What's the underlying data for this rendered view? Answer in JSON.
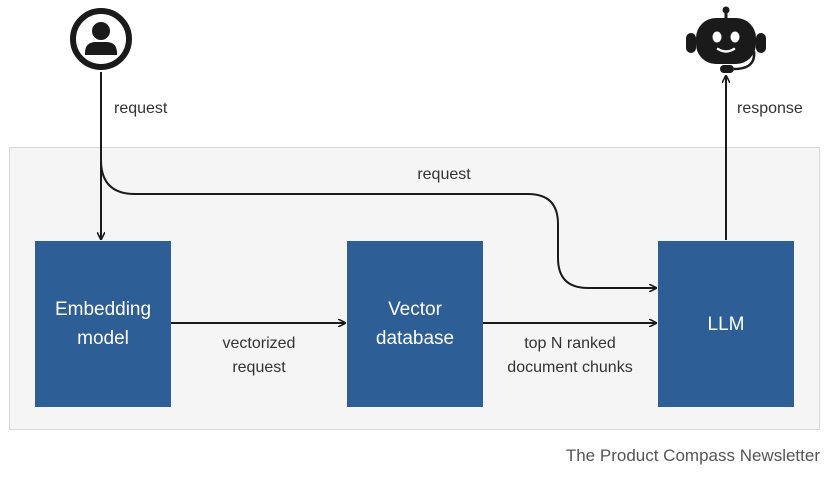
{
  "nodes": {
    "embedding": {
      "label": "Embedding\nmodel"
    },
    "vector_db": {
      "label": "Vector\ndatabase"
    },
    "llm": {
      "label": "LLM"
    }
  },
  "edges": {
    "user_to_embedding": {
      "label": "request"
    },
    "user_to_llm": {
      "label": "request"
    },
    "embedding_to_vector_db": {
      "label": "vectorized\nrequest"
    },
    "vector_db_to_llm": {
      "label": "top N ranked\ndocument chunks"
    },
    "llm_to_bot": {
      "label": "response"
    }
  },
  "footer": {
    "text": "The Product Compass Newsletter"
  },
  "icons": {
    "user": "user-icon",
    "bot": "robot-icon"
  },
  "colors": {
    "box_fill": "#2d5e96",
    "box_text": "#ffffff",
    "panel_fill": "#f5f5f5",
    "arrow": "#1a1a1a"
  }
}
